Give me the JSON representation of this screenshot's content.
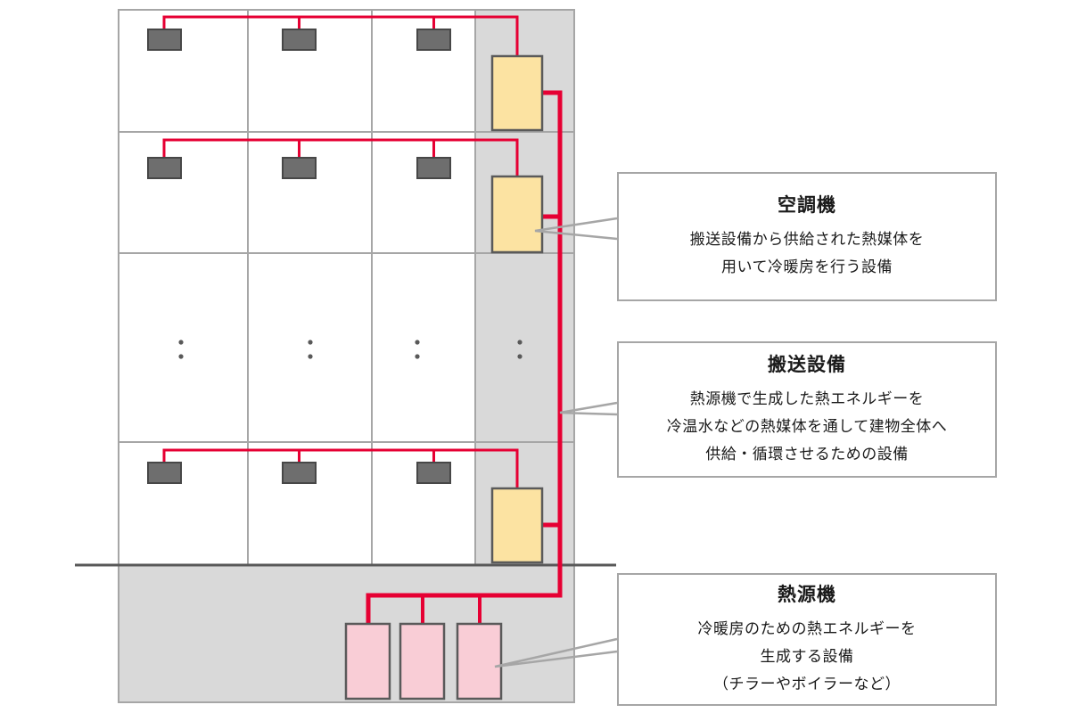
{
  "figure": {
    "type": "diagram",
    "subject": "building-hvac-heat-transport-system",
    "callouts": [
      {
        "title": "空調機",
        "lines": [
          "搬送設備から供給された熱媒体を",
          "用いて冷暖房を行う設備"
        ]
      },
      {
        "title": "搬送設備",
        "lines": [
          "熱源機で生成した熱エネルギーを",
          "冷温水などの熱媒体を通して建物全体へ",
          "供給・循環させるための設備"
        ]
      },
      {
        "title": "熱源機",
        "lines": [
          "冷暖房のための熱エネルギーを",
          "生成する設備",
          "（チラーやボイラーなど）"
        ]
      }
    ],
    "colors": {
      "pipe": "#e60033",
      "air_handler_fill": "#fce3a2",
      "heat_source_fill": "#f9cdd6",
      "shaft_fill": "#d9d9d9",
      "ceiling_unit_fill": "#6e6e6e",
      "grid_line": "#a6a6a6",
      "ground_line": "#595959",
      "leader_line": "#a6a6a6"
    }
  }
}
